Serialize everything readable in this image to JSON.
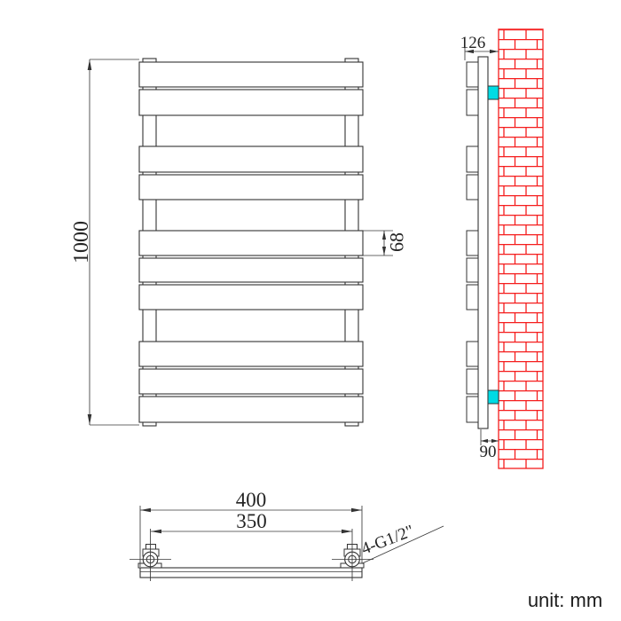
{
  "colors": {
    "line": "#333333",
    "brick_red": "#f51d1d",
    "bracket_cyan": "#00dbe4"
  },
  "front_view": {
    "overall_height": "1000",
    "panel_height": "68"
  },
  "side_view": {
    "depth": "126",
    "wall_clearance": "90"
  },
  "bottom_view": {
    "overall_width": "400",
    "connection_spacing": "350",
    "connection_thread": "4-G1/2\""
  },
  "footer": {
    "unit_label": "unit: mm"
  }
}
